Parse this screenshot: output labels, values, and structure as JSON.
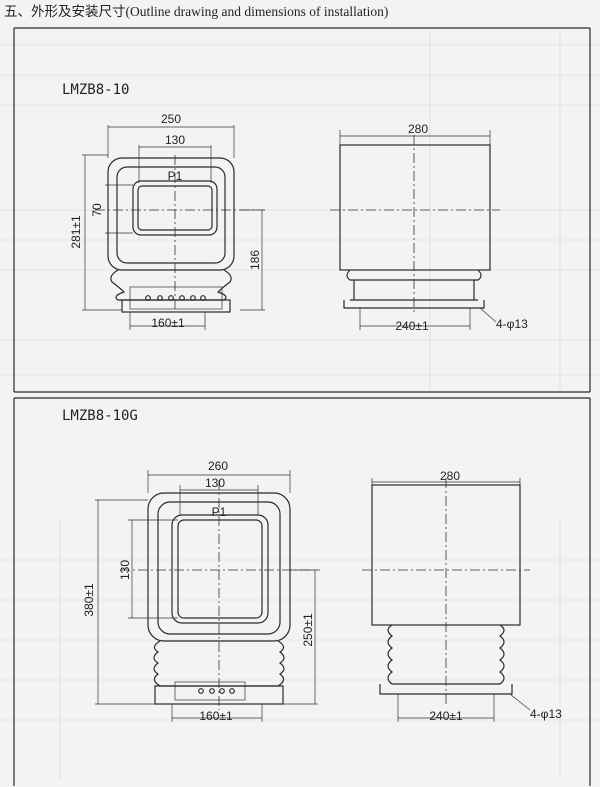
{
  "header": {
    "title": "五、外形及安装尺寸(Outline drawing and dimensions of installation)"
  },
  "section1": {
    "model": "LMZB8-10",
    "front": {
      "width": "250",
      "inner_width": "130",
      "label": "P1",
      "window_height": "70",
      "height": "281±1",
      "axis_height": "186",
      "base_width": "160±1"
    },
    "side": {
      "width": "280",
      "base_width": "240±1",
      "holes": "4-φ13"
    }
  },
  "section2": {
    "model": "LMZB8-10G",
    "front": {
      "width": "260",
      "inner_width": "130",
      "label": "P1",
      "window_height": "130",
      "height": "380±1",
      "axis_height": "250±1",
      "base_width": "160±1"
    },
    "side": {
      "width": "280",
      "base_width": "240±1",
      "holes": "4-φ13"
    }
  }
}
